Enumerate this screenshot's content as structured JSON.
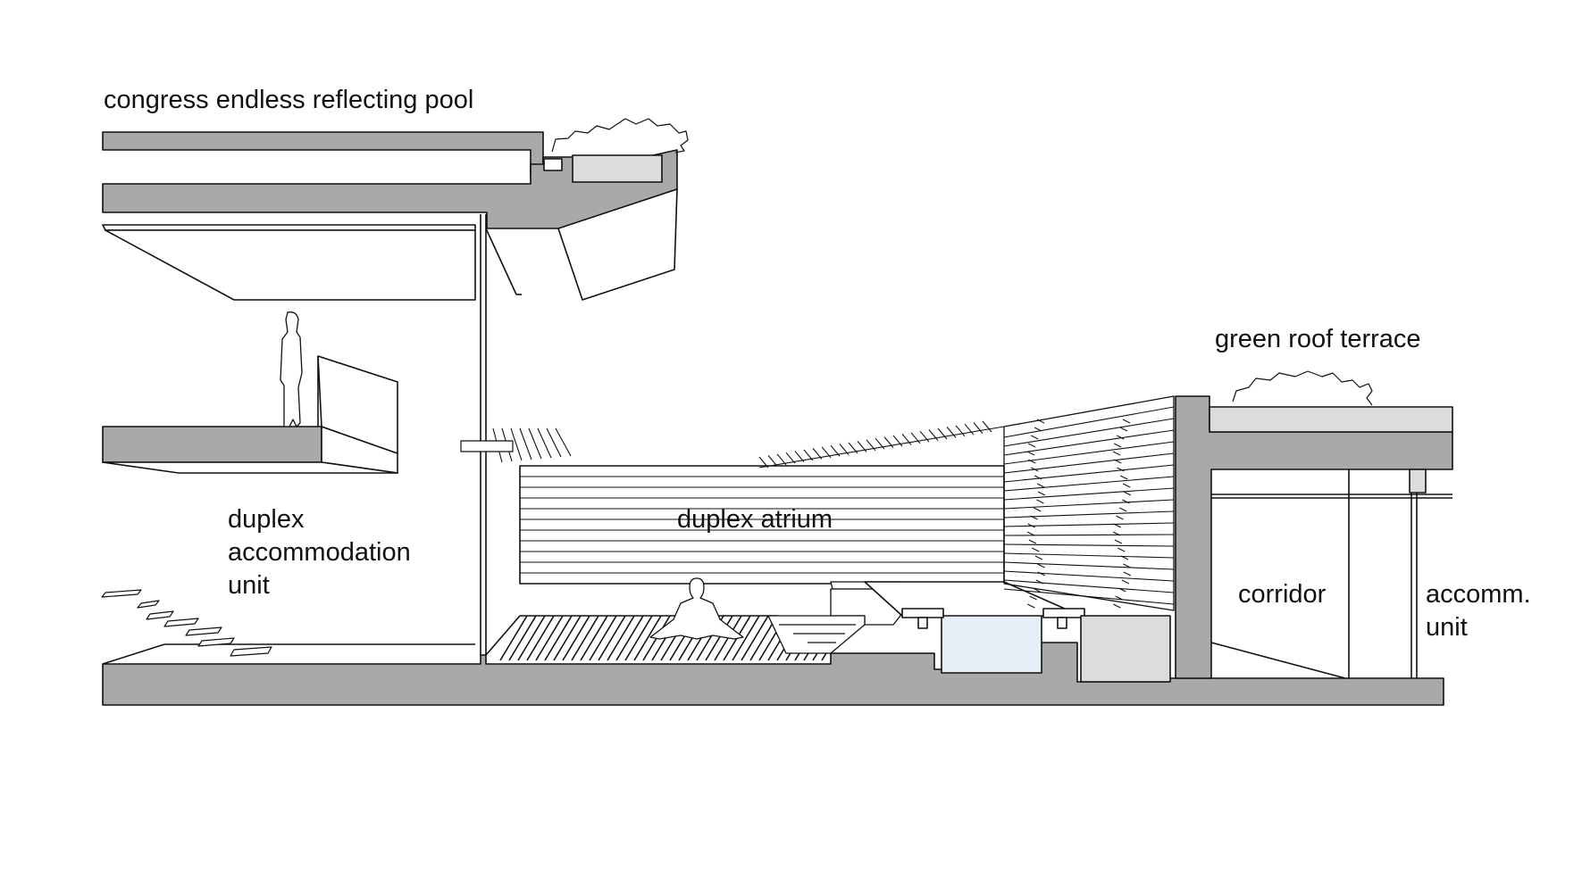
{
  "labels": {
    "pool": "congress endless reflecting pool",
    "green_roof": "green roof terrace",
    "duplex_unit": [
      "duplex",
      "accommodation",
      "unit"
    ],
    "atrium": "duplex atrium",
    "corridor": "corridor",
    "accomm_unit": [
      "accomm.",
      "unit"
    ]
  },
  "colors": {
    "slab": "#a9a9a9",
    "pool_water": "#e6eef8",
    "planter": "#dcdcdc",
    "line": "#111111"
  }
}
